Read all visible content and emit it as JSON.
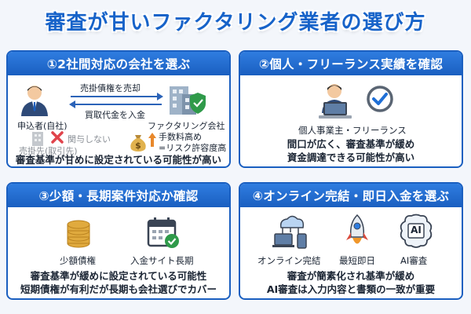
{
  "title": "審査が甘いファクタリング業者の選び方",
  "panels": [
    {
      "heading": "①2社間対応の会社を選ぶ",
      "applicant": "申込者(自社)",
      "arrow_top": "売掛債権を売却",
      "arrow_bottom": "買取代金を入金",
      "company": "ファクタリング会社",
      "debtor": "売掛先(取引先)",
      "not_involved": "関与しない",
      "fee_line1": "手数料高め",
      "fee_line2": "=リスク許容度高",
      "desc": [
        "審査基準が甘めに設定されている可能性が高い"
      ]
    },
    {
      "heading": "②個人・フリーランス実績を確認",
      "person_label": "個人事業主・フリーランス",
      "desc": [
        "間口が広く、審査基準が緩め",
        "資金調達できる可能性が高い"
      ]
    },
    {
      "heading": "③少額・長期案件対応か確認",
      "item1": "少額債権",
      "item2": "入金サイト長期",
      "desc": [
        "審査基準が緩めに設定されている可能性",
        "短期債権が有利だが長期も会社選びでカバー"
      ]
    },
    {
      "heading": "④オンライン完結・即日入金を選ぶ",
      "item1": "オンライン完結",
      "item2": "最短即日",
      "item3": "AI審査",
      "ai_text": "AI",
      "desc": [
        "審査が簡素化され基準が緩め",
        "AI審査は入力内容と書類の一致が重要"
      ]
    }
  ]
}
